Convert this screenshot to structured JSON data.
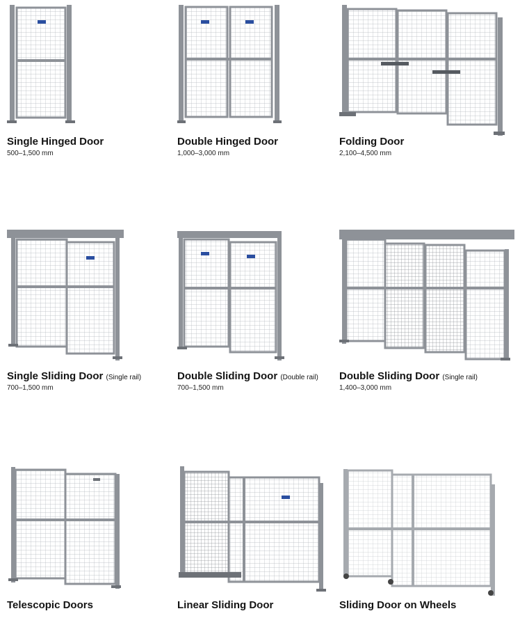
{
  "doors": [
    {
      "title": "Single Hinged Door",
      "note": "",
      "size": "500–1,500 mm"
    },
    {
      "title": "Double Hinged Door",
      "note": "",
      "size": "1,000–3,000 mm"
    },
    {
      "title": "Folding Door",
      "note": "",
      "size": "2,100–4,500 mm"
    },
    {
      "title": "Single Sliding Door",
      "note": "(Single rail)",
      "size": "700–1,500 mm"
    },
    {
      "title": "Double Sliding Door",
      "note": "(Double rail)",
      "size": "700–1,500 mm"
    },
    {
      "title": "Double Sliding Door",
      "note": "(Single rail)",
      "size": "1,400–3,000 mm"
    },
    {
      "title": "Telescopic Doors",
      "note": "",
      "size": ""
    },
    {
      "title": "Linear Sliding Door",
      "note": "",
      "size": ""
    },
    {
      "title": "Sliding Door on Wheels",
      "note": "",
      "size": ""
    }
  ],
  "colors": {
    "frame": "#8e9298",
    "frame_dark": "#6d7177",
    "mesh": "#b3b7bc",
    "label_blue": "#2a4ea0"
  }
}
